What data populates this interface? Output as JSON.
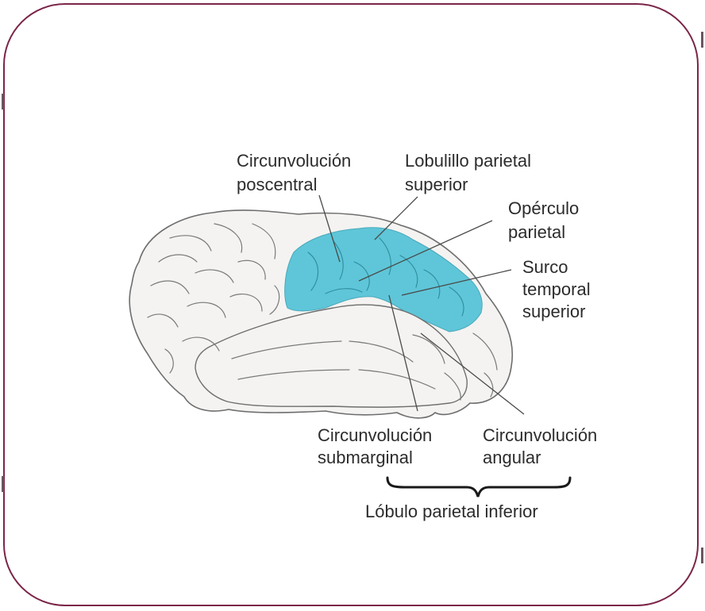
{
  "labels": {
    "postcentral_line1": "Circunvolución",
    "postcentral_line2": "poscentral",
    "superior_lobule_line1": "Lobulillo parietal",
    "superior_lobule_line2": "superior",
    "operculum_line1": "Opérculo",
    "operculum_line2": "parietal",
    "sulcus_line1": "Surco",
    "sulcus_line2": "temporal",
    "sulcus_line3": "superior",
    "submarginal_line1": "Circunvolución",
    "submarginal_line2": "submarginal",
    "angular_line1": "Circunvolución",
    "angular_line2": "angular",
    "inferior_lobule": "Lóbulo parietal inferior"
  },
  "colors": {
    "frame_border": "#7b2548",
    "brain_fill": "#f4f3f1",
    "brain_outline": "#6e6e6e",
    "highlight_fill": "#5ec6d8",
    "leader_line": "#4a4a4a",
    "label_text": "#2c2c2c"
  }
}
